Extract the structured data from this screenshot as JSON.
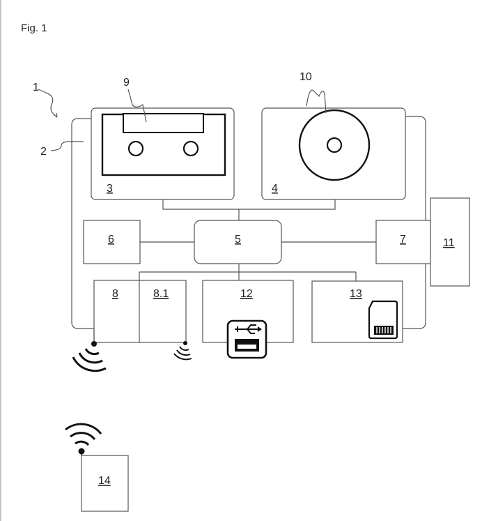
{
  "figure": {
    "title": "Fig. 1",
    "labels": {
      "l1": "1",
      "l2": "2",
      "l3": "3",
      "l4": "4",
      "l5": "5",
      "l6": "6",
      "l7": "7",
      "l8": "8",
      "l8_1": "8.1",
      "l9": "9",
      "l10": "10",
      "l11": "11",
      "l12": "12",
      "l13": "13",
      "l14": "14"
    },
    "icons": {
      "cassette": "cassette-icon",
      "disc": "disc-icon",
      "usb": "usb-icon",
      "sd": "sd-card-icon",
      "wireless": "wireless-signal-icon"
    },
    "colors": {
      "line": "#555555",
      "ink": "#111111",
      "background": "#ffffff"
    }
  }
}
